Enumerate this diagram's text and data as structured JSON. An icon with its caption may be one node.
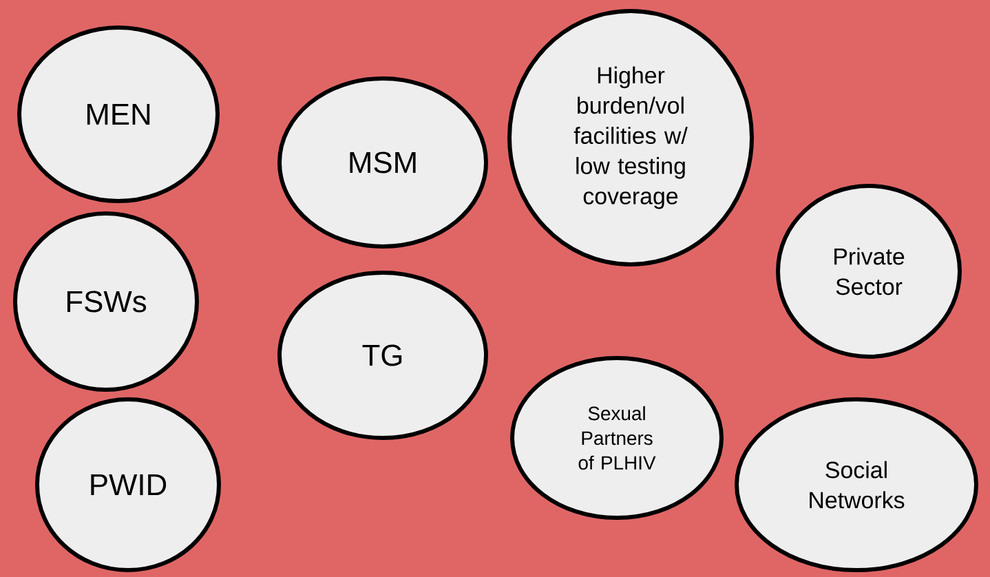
{
  "diagram": {
    "nodes": [
      {
        "text": [
          "MEN"
        ]
      },
      {
        "text": [
          "MSM"
        ]
      },
      {
        "text": [
          "Higher burden/vol facilities  w/ low testing coverage"
        ]
      },
      {
        "text": [
          "FSWs"
        ]
      },
      {
        "text": [
          "Private Sector"
        ]
      },
      {
        "text": [
          "TG"
        ]
      },
      {
        "text": [
          "Sexual Partners of PLHIV"
        ]
      },
      {
        "text": [
          "PWID"
        ]
      },
      {
        "text": [
          "Social Networks"
        ]
      }
    ]
  }
}
